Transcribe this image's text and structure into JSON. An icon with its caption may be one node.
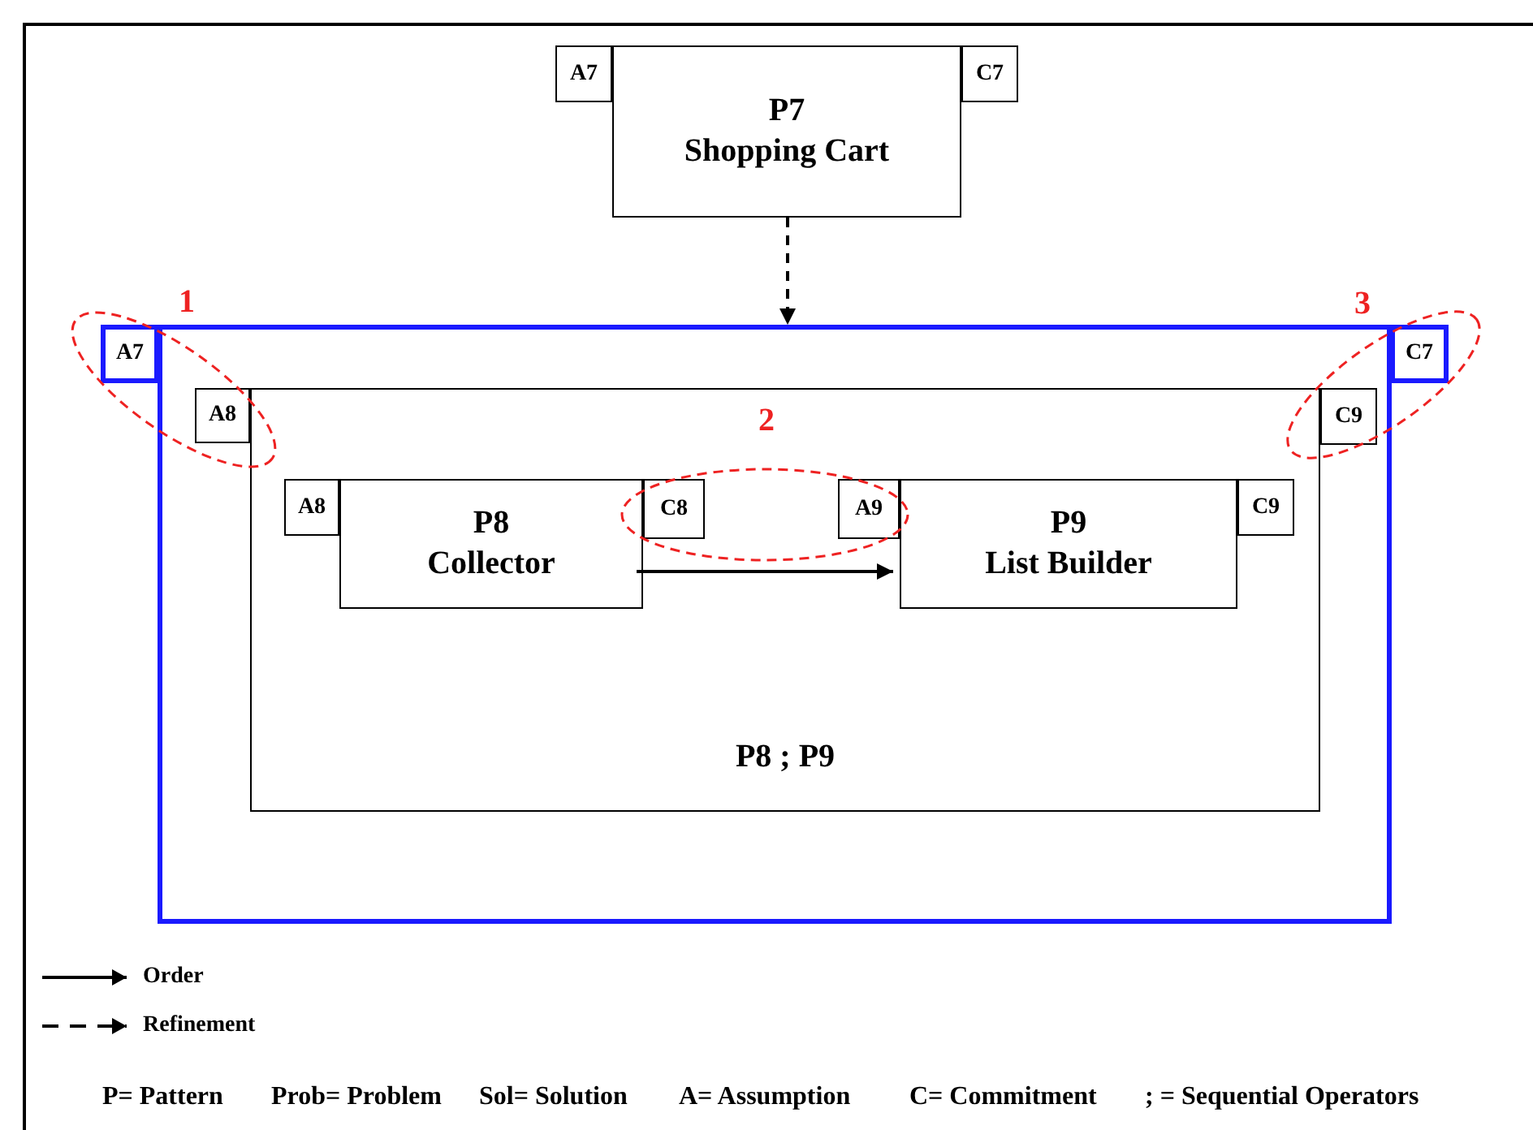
{
  "diagram": {
    "nodes": [
      {
        "text": [
          "P7",
          "Shopping Cart"
        ]
      },
      {
        "text": [
          "A7"
        ]
      },
      {
        "text": [
          "C7"
        ]
      },
      {
        "text": [],
        "shape": "box"
      },
      {
        "text": [
          "A7"
        ]
      },
      {
        "text": [
          "C7"
        ]
      },
      {
        "text": [
          "P8 ; P9"
        ],
        "in": 3
      },
      {
        "text": [
          "A8"
        ],
        "in": 3
      },
      {
        "text": [
          "C9"
        ],
        "in": 3
      },
      {
        "text": [
          "P8",
          "Collector"
        ],
        "in": 6
      },
      {
        "text": [
          "A8"
        ],
        "in": 6
      },
      {
        "text": [
          "C8"
        ],
        "in": 6
      },
      {
        "text": [
          "A9"
        ],
        "in": 6
      },
      {
        "text": [
          "P9",
          "List Builder"
        ],
        "in": 6
      },
      {
        "text": [
          "C9"
        ],
        "in": 6
      }
    ],
    "edges": [
      {
        "from": 0,
        "to": 3,
        "arrow": "to",
        "style": "dashed"
      },
      {
        "from": 9,
        "to": 13,
        "arrow": "to"
      }
    ],
    "labels": [
      "1",
      "3",
      "2",
      "P= Pattern",
      "Prob= Problem",
      "Sol= Solution",
      "A= Assumption",
      "C= Commitment",
      "; = Sequential Operators"
    ],
    "legend": [
      {
        "text": "Order"
      },
      {
        "text": "Refinement"
      }
    ]
  }
}
